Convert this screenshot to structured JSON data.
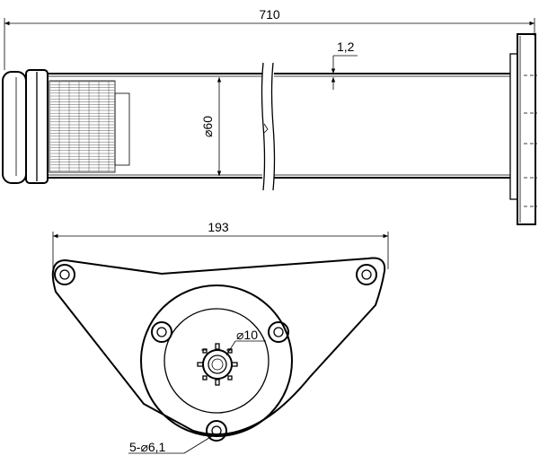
{
  "dimensions": {
    "overall_length": "710",
    "wall_thickness": "1,2",
    "tube_diameter": "⌀60",
    "bracket_width": "193",
    "center_hole": "⌀10",
    "mount_holes": "5-⌀6,1"
  }
}
